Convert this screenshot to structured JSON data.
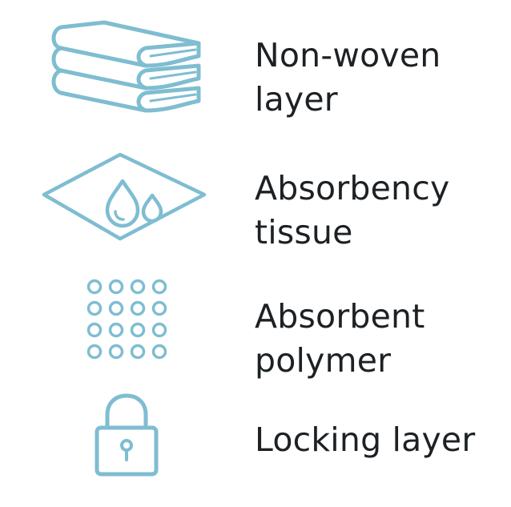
{
  "icon_color": "#7fbdd1",
  "text_color": "#1d2124",
  "features": [
    {
      "icon": "folded-towels-icon",
      "label_line1": "Non-woven",
      "label_line2": "layer"
    },
    {
      "icon": "water-drops-pad-icon",
      "label_line1": "Absorbency",
      "label_line2": "tissue"
    },
    {
      "icon": "polymer-dots-icon",
      "label_line1": "Absorbent",
      "label_line2": "polymer"
    },
    {
      "icon": "padlock-icon",
      "label_line1": "Locking layer",
      "label_line2": ""
    }
  ]
}
